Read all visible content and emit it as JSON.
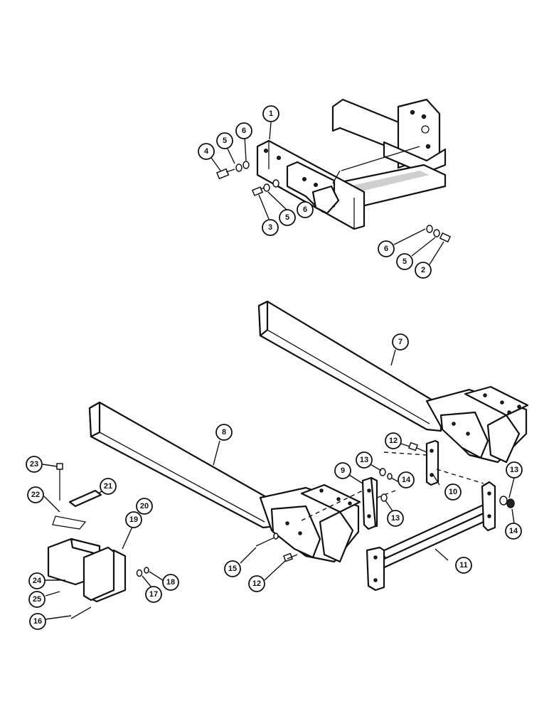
{
  "callouts": [
    {
      "id": "c1",
      "label": "1"
    },
    {
      "id": "c2",
      "label": "2"
    },
    {
      "id": "c3",
      "label": "3"
    },
    {
      "id": "c4",
      "label": "4"
    },
    {
      "id": "c5a",
      "label": "5"
    },
    {
      "id": "c5b",
      "label": "5"
    },
    {
      "id": "c5c",
      "label": "5"
    },
    {
      "id": "c6a",
      "label": "6"
    },
    {
      "id": "c6b",
      "label": "6"
    },
    {
      "id": "c6c",
      "label": "6"
    },
    {
      "id": "c7",
      "label": "7"
    },
    {
      "id": "c8",
      "label": "8"
    },
    {
      "id": "c9",
      "label": "9"
    },
    {
      "id": "c10",
      "label": "10"
    },
    {
      "id": "c11",
      "label": "11"
    },
    {
      "id": "c12a",
      "label": "12"
    },
    {
      "id": "c12b",
      "label": "12"
    },
    {
      "id": "c13a",
      "label": "13"
    },
    {
      "id": "c13b",
      "label": "13"
    },
    {
      "id": "c13c",
      "label": "13"
    },
    {
      "id": "c14a",
      "label": "14"
    },
    {
      "id": "c14b",
      "label": "14"
    },
    {
      "id": "c15",
      "label": "15"
    },
    {
      "id": "c16",
      "label": "16"
    },
    {
      "id": "c17",
      "label": "17"
    },
    {
      "id": "c18",
      "label": "18"
    },
    {
      "id": "c19",
      "label": "19"
    },
    {
      "id": "c20",
      "label": "20"
    },
    {
      "id": "c21",
      "label": "21"
    },
    {
      "id": "c22",
      "label": "22"
    },
    {
      "id": "c23",
      "label": "23"
    },
    {
      "id": "c24",
      "label": "24"
    },
    {
      "id": "c25",
      "label": "25"
    }
  ]
}
